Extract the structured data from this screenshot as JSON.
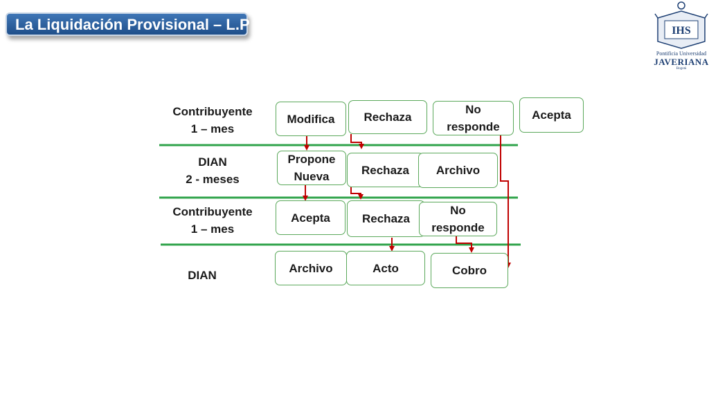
{
  "title": "La Liquidación Provisional – L.P",
  "logo": {
    "line1": "Pontificia Universidad",
    "line2": "JAVERIANA",
    "line3": "Bogotá",
    "monogram": "IHS"
  },
  "rows": [
    {
      "label": "Contribuyente\n1 – mes"
    },
    {
      "label": "DIAN\n2 - meses"
    },
    {
      "label": "Contribuyente\n1 – mes"
    },
    {
      "label": "DIAN"
    }
  ],
  "nodes": {
    "modifica": "Modifica",
    "rechaza1": "Rechaza",
    "no_responde1": "No\nresponde",
    "acepta1": "Acepta",
    "propone_nueva": "Propone\nNueva",
    "rechaza2": "Rechaza",
    "archivo1": "Archivo",
    "acepta2": "Acepta",
    "rechaza3": "Rechaza",
    "no_responde2": "No\nresponde",
    "archivo2": "Archivo",
    "acto": "Acto",
    "cobro": "Cobro"
  },
  "colors": {
    "title_bg": "#2a5d9c",
    "box_border": "#5aa85a",
    "separator": "#2fa34a",
    "arrow": "#c00000",
    "logo": "#1d3f73"
  }
}
